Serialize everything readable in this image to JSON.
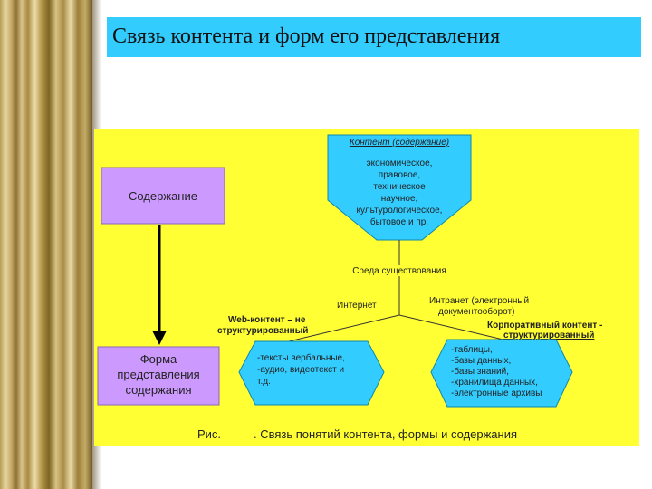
{
  "title": "Связь контента и форм его представления",
  "diagram": {
    "content_box": "Содержание",
    "form_box": [
      "Форма",
      "представления",
      "содержания"
    ],
    "content_shape": {
      "heading": "Контент (содержание)",
      "lines": [
        "экономическое,",
        "правовое,",
        "техническое",
        "научное,",
        "культурологическое,",
        "бытовое и пр."
      ]
    },
    "environment": "Среда существования",
    "internet": "Интернет",
    "intranet": [
      "Интранет (электронный",
      "документооборот)"
    ],
    "web_content": [
      "Web-контент – не",
      "структурированный"
    ],
    "corporate_content": [
      "Корпоративный контент -",
      "структурированный"
    ],
    "left_hex": [
      "-тексты вербальные,",
      "-аудио, видеотекст и",
      "т.д."
    ],
    "right_hex": [
      "-таблицы,",
      "-базы данных,",
      "-базы знаний,",
      "-хранилища данных,",
      "-электронные архивы"
    ],
    "caption_prefix": "Рис.",
    "caption": ". Связь понятий контента, формы и содержания"
  },
  "colors": {
    "title_bar": "#33ccff",
    "diagram_bg": "#ffff33",
    "box_fill": "#cc99ff",
    "shape_fill": "#33ccff"
  }
}
